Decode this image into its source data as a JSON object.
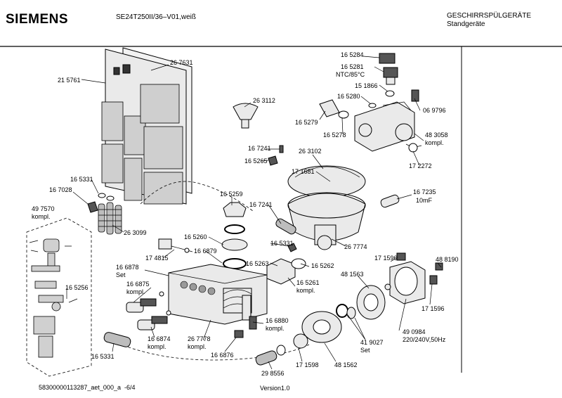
{
  "header": {
    "brand": "SIEMENS",
    "model": "SE24T250II/36–V01,weiß",
    "category_line1": "GESCHIRRSPÜLGERÄTE",
    "category_line2": "Standgeräte"
  },
  "footer": {
    "doc_id": "58300000113287_aet_000_a",
    "page": "-6/4",
    "version": "Version1.0"
  },
  "labels": {
    "l_215761": "21 5761",
    "l_267631": "26 7631",
    "l_165331a": "16 5331",
    "l_167028": "16 7028",
    "l_497570": "49 7570",
    "l_kompl_497570": "kompl.",
    "l_263099": "26 3099",
    "l_263112": "26 3112",
    "l_165284": "16 5284",
    "l_165281": "16 5281",
    "l_ntc": "NTC/85°C",
    "l_151866": "15 1866",
    "l_165280": "16 5280",
    "l_069796": "06 9796",
    "l_165279": "16 5279",
    "l_165278": "16 5278",
    "l_483058": "48 3058",
    "l_kompl_483058": "kompl.",
    "l_167241a": "16 7241",
    "l_165265": "16 5265",
    "l_263102": "26 3102",
    "l_171681": "17 1681",
    "l_172272": "17 2272",
    "l_165259": "16 5259",
    "l_167241b": "16 7241",
    "l_167235": "16 7235",
    "l_10mf": "10mF",
    "l_165260": "16 5260",
    "l_166879": "16 6879",
    "l_165331b": "16 5331",
    "l_267774": "26 7774",
    "l_174815": "17 4815",
    "l_166878": "16 6878",
    "l_set_166878": "Set",
    "l_165263": "16 5263",
    "l_165262": "16 5262",
    "l_171596a": "17 1596",
    "l_488190": "48 8190",
    "l_166875": "16 6875",
    "l_kompl_166875": "kompl.",
    "l_165256": "16 5256",
    "l_481563": "48 1563",
    "l_165261": "16 5261",
    "l_kompl_165261": "kompl.",
    "l_171596b": "17 1596",
    "l_166880": "16 6880",
    "l_kompl_166880": "kompl.",
    "l_166874": "16 6874",
    "l_kompl_166874": "kompl.",
    "l_267778": "26 7778",
    "l_kompl_267778": "kompl.",
    "l_419027": "41 9027",
    "l_set_419027": "Set",
    "l_490984": "49 0984",
    "l_volt": "220/240V,50Hz",
    "l_165331c": "16 5331",
    "l_166876": "16 6876",
    "l_298556": "29 8556",
    "l_171598": "17 1598",
    "l_481562": "48 1562"
  }
}
